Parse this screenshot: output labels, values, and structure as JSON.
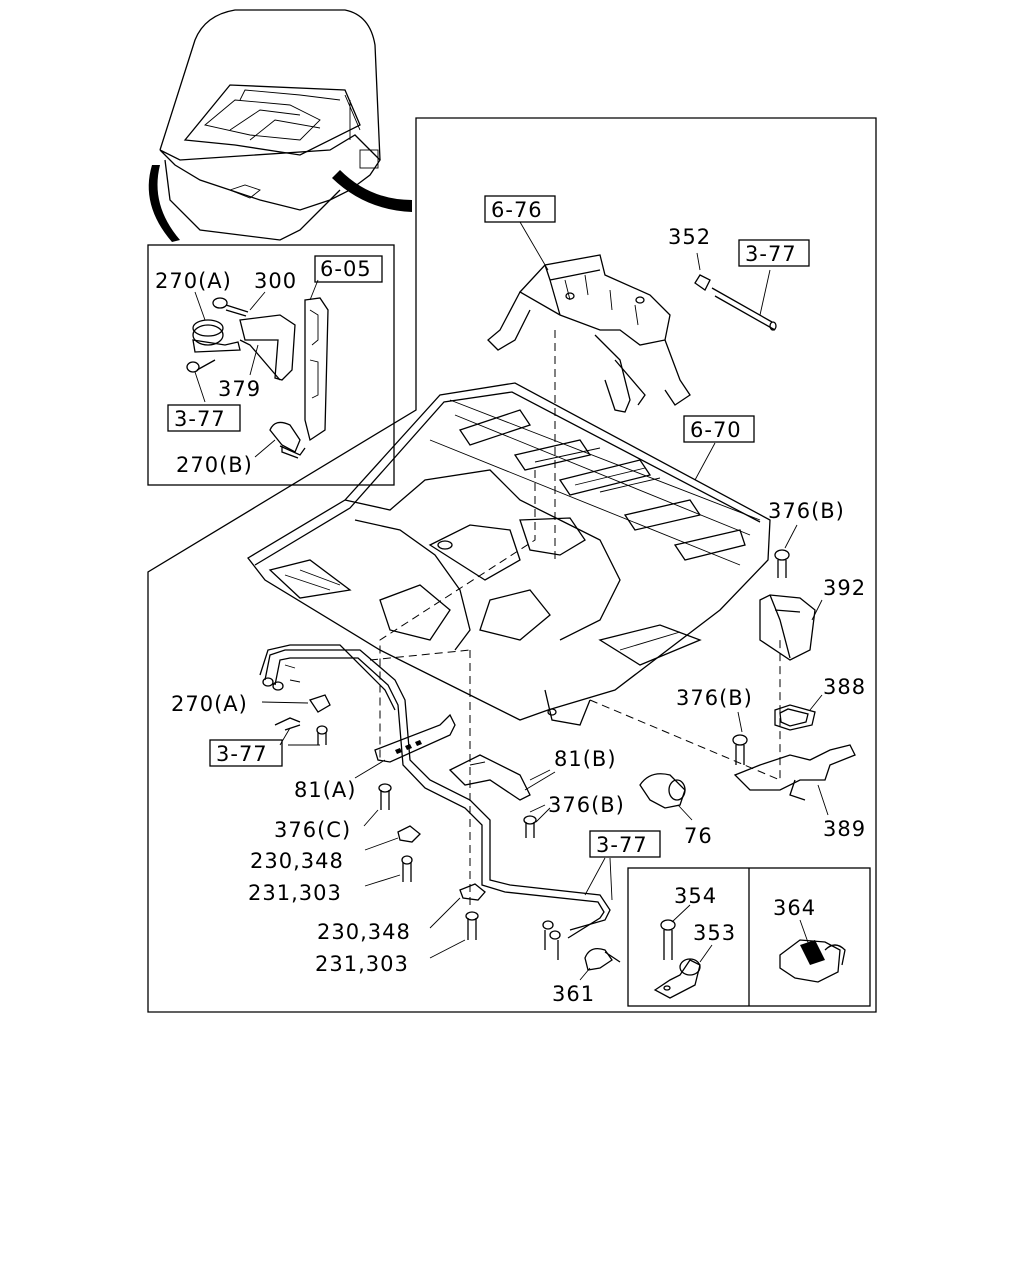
{
  "inset": {
    "refs": {
      "r605": "6-05",
      "r377": "3-77"
    },
    "labels": {
      "l270a": "270(A)",
      "l300": "300",
      "l379": "379",
      "l270b": "270(B)"
    }
  },
  "main": {
    "refs": {
      "r676": "6-76",
      "r377_top": "3-77",
      "r670": "6-70",
      "r377_left": "3-77",
      "r377_bottom": "3-77"
    },
    "labels": {
      "l352": "352",
      "l376b_1": "376(B)",
      "l392": "392",
      "l388": "388",
      "l376b_2": "376(B)",
      "l389": "389",
      "l270a": "270(A)",
      "l81a": "81(A)",
      "l81b": "81(B)",
      "l376b_3": "376(B)",
      "l76": "76",
      "l376c": "376(C)",
      "l230_348_1": "230,348",
      "l231_303_1": "231,303",
      "l230_348_2": "230,348",
      "l231_303_2": "231,303",
      "l361": "361"
    },
    "detail": {
      "l354": "354",
      "l353": "353",
      "l364": "364"
    }
  }
}
